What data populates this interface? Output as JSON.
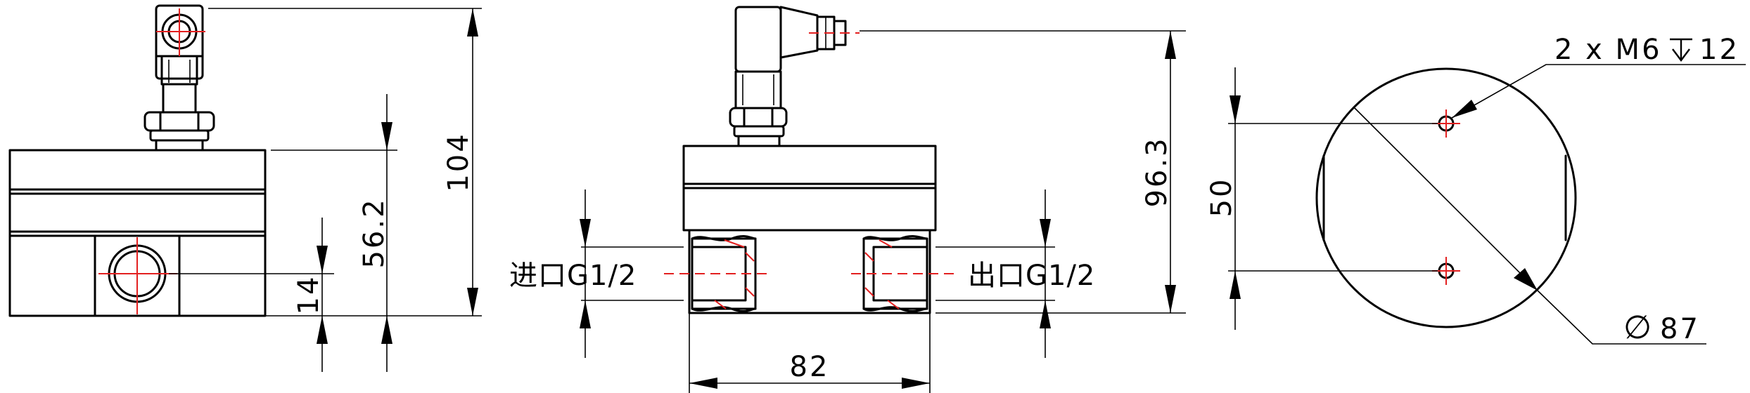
{
  "dimensions": {
    "height_overall": "104",
    "height_body": "56.2",
    "height_port": "14",
    "height_side": "96.3",
    "width_body": "82",
    "hole_spacing": "50",
    "diameter": "87",
    "diameter_symbol": "∅",
    "thread": "2 x M6",
    "thread_depth": "12"
  },
  "labels": {
    "inlet": "进口G1/2",
    "outlet": "出口G1/2"
  },
  "colors": {
    "line": "#000000",
    "center_line": "#e32020"
  }
}
